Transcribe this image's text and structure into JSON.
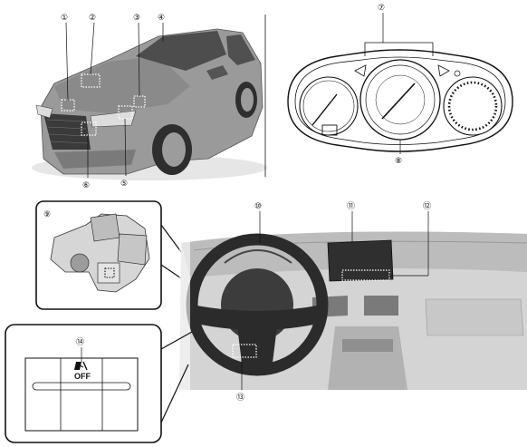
{
  "callouts": [
    {
      "id": 1,
      "label": "①"
    },
    {
      "id": 2,
      "label": "②"
    },
    {
      "id": 3,
      "label": "③"
    },
    {
      "id": 4,
      "label": "④"
    },
    {
      "id": 5,
      "label": "⑤"
    },
    {
      "id": 6,
      "label": "⑥"
    },
    {
      "id": 7,
      "label": "⑦"
    },
    {
      "id": 8,
      "label": "⑧"
    },
    {
      "id": 9,
      "label": "⑨"
    },
    {
      "id": 10,
      "label": "⑩"
    },
    {
      "id": 11,
      "label": "⑪"
    },
    {
      "id": 12,
      "label": "⑫"
    },
    {
      "id": 13,
      "label": "⑬"
    },
    {
      "id": 14,
      "label": "⑭"
    }
  ],
  "switch_panel": {
    "off_label": "OFF"
  },
  "colors": {
    "car_body": "#9a9a9a",
    "car_shadow": "#6e6e6e",
    "interior": "#cfcfcf",
    "outline": "#111111"
  }
}
